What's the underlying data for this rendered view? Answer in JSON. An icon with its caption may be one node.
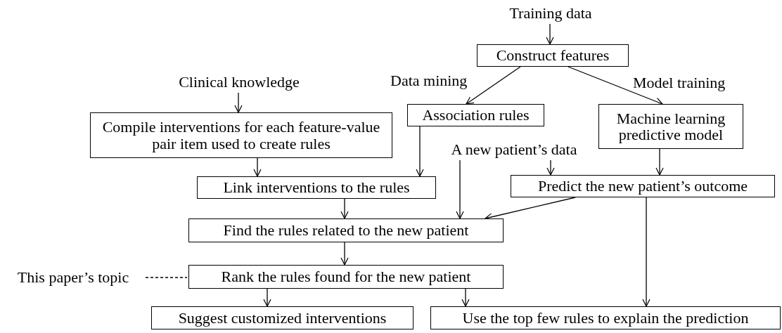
{
  "diagram": {
    "nodes": [
      {
        "text": [
          "Training data"
        ]
      },
      {
        "text": [
          "Construct features"
        ]
      },
      {
        "text": [
          "Clinical knowledge"
        ]
      },
      {
        "text": [
          "Association rules"
        ]
      },
      {
        "text": [
          "Machine learning predictive model"
        ]
      },
      {
        "text": [
          "Compile interventions for each feature-value pair item used to create rules"
        ]
      },
      {
        "text": [
          "A new patient’s data"
        ]
      },
      {
        "text": [
          "Link interventions to the rules"
        ]
      },
      {
        "text": [
          "Predict the new patient’s outcome"
        ]
      },
      {
        "text": [
          "Find the rules related to the new patient"
        ]
      },
      {
        "text": [
          "This paper’s topic"
        ]
      },
      {
        "text": [
          "Rank the rules found for the new patient"
        ]
      },
      {
        "text": [
          "Suggest customized interventions"
        ]
      },
      {
        "text": [
          "Use the top few rules to explain the prediction"
        ]
      }
    ],
    "edges": [
      {
        "from": 0,
        "to": 1,
        "arrow": "to"
      },
      {
        "from": 1,
        "to": 3,
        "arrow": "to",
        "label": "Data mining"
      },
      {
        "from": 1,
        "to": 4,
        "arrow": "to",
        "label": "Model training"
      },
      {
        "from": 2,
        "to": 5,
        "arrow": "to"
      },
      {
        "from": 5,
        "to": 7,
        "arrow": "to"
      },
      {
        "from": 3,
        "to": 7,
        "arrow": "to"
      },
      {
        "from": 6,
        "to": 9,
        "arrow": "to"
      },
      {
        "from": 6,
        "to": 8,
        "arrow": "to"
      },
      {
        "from": 4,
        "to": 8,
        "arrow": "to"
      },
      {
        "from": 8,
        "to": 9,
        "arrow": "to"
      },
      {
        "from": 7,
        "to": 9,
        "arrow": "to"
      },
      {
        "from": 9,
        "to": 11,
        "arrow": "to"
      },
      {
        "from": 10,
        "to": 11,
        "arrow": "none",
        "style": "dashed"
      },
      {
        "from": 11,
        "to": 12,
        "arrow": "to"
      },
      {
        "from": 11,
        "to": 13,
        "arrow": "to"
      },
      {
        "from": 8,
        "to": 13,
        "arrow": "to"
      }
    ]
  }
}
